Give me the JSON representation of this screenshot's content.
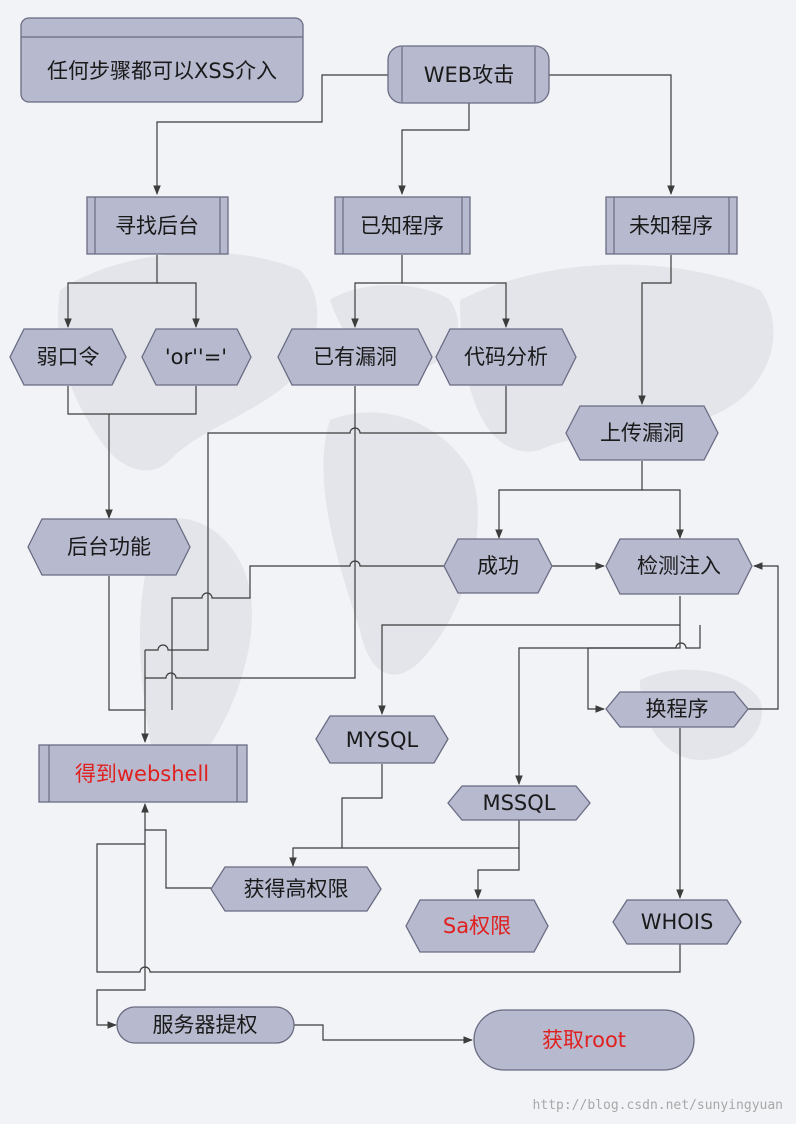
{
  "diagram": {
    "note": "任何步骤都可以XSS介入",
    "nodes": {
      "web_attack": "WEB攻击",
      "find_backend": "寻找后台",
      "known_program": "已知程序",
      "unknown_program": "未知程序",
      "weak_password": "弱口令",
      "sql_or": "'or''='",
      "existing_vuln": "已有漏洞",
      "code_analysis": "代码分析",
      "upload_vuln": "上传漏洞",
      "backend_function": "后台功能",
      "success": "成功",
      "detect_injection": "检测注入",
      "change_program": "换程序",
      "mysql": "MYSQL",
      "get_webshell": "得到webshell",
      "mssql": "MSSQL",
      "high_privilege": "获得高权限",
      "sa_privilege": "Sa权限",
      "whois": "WHOIS",
      "server_escalation": "服务器提权",
      "get_root": "获取root"
    },
    "colors": {
      "node_fill": "#b7b9cf",
      "node_stroke": "#6a6c83",
      "highlight_text": "#e0201e",
      "edge": "#3c3c3c"
    }
  },
  "watermark": "http://blog.csdn.net/sunyingyuan"
}
